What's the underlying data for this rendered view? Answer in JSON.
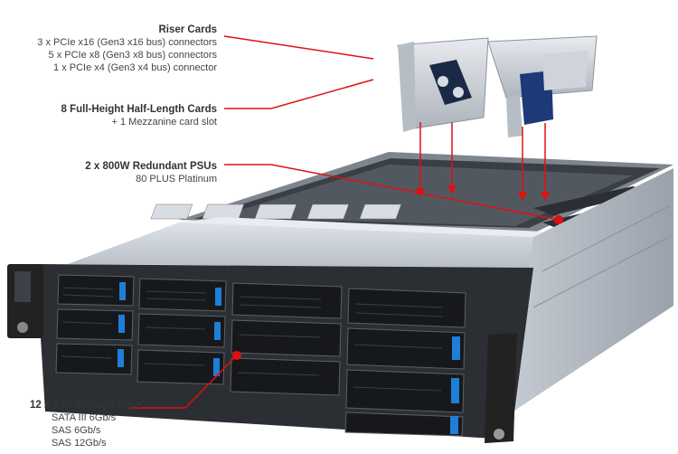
{
  "callouts": {
    "riser": {
      "title": "Riser Cards",
      "lines": [
        "3 x PCIe x16 (Gen3 x16 bus) connectors",
        "5 x PCIe x8 (Gen3 x8 bus) connectors",
        "1 x PCIe x4 (Gen3 x4 bus) connector"
      ]
    },
    "cards": {
      "title": "8 Full-Height Half-Length Cards",
      "lines": [
        "+ 1 Mezzanine card slot"
      ]
    },
    "psu": {
      "title": "2 x 800W Redundant PSUs",
      "lines": [
        "80 PLUS Platinum"
      ]
    },
    "bays": {
      "title": "12 x 3.5” Storage Bays",
      "lines": [
        "SATA III 6Gb/s",
        "SAS 6Gb/s",
        "SAS 12Gb/s"
      ]
    }
  },
  "colors": {
    "callout_line": "#e01010",
    "chassis_light": "#c9ced6",
    "chassis_dark": "#2b2e33",
    "drive_tab": "#1f7fd6"
  }
}
